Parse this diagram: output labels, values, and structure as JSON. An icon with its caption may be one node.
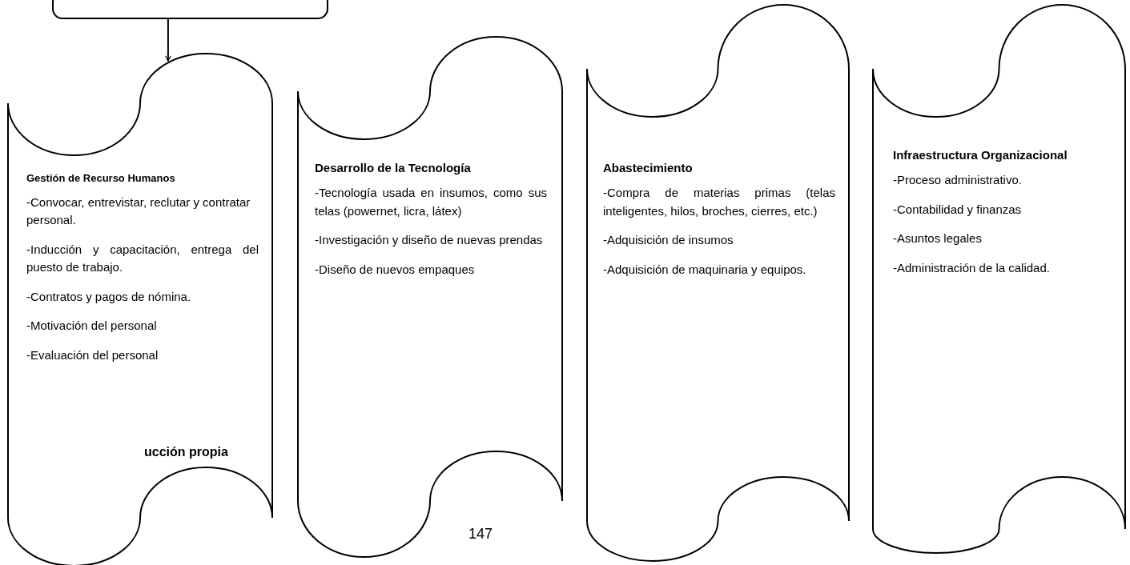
{
  "diagram": {
    "nodes": [
      {
        "text": [],
        "shape": "box"
      },
      {
        "text": [
          "Gestión de Recurso Humanos",
          "-Convocar, entrevistar, reclutar y contratar personal.",
          "-Inducción y capacitación, entrega del puesto de trabajo.",
          "-Contratos y pagos de nómina.",
          "-Motivación del personal",
          "-Evaluación del personal"
        ]
      },
      {
        "text": [
          "Desarrollo de la Tecnología",
          "-Tecnología usada en insumos, como sus telas (powernet, licra, látex)",
          "-Investigación y diseño de nuevas prendas",
          "-Diseño de nuevos empaques"
        ]
      },
      {
        "text": [
          "Abastecimiento",
          "-Compra de materias primas (telas inteligentes, hilos, broches, cierres, etc.)",
          "-Adquisición de insumos",
          "-Adquisición de maquinaria y equipos."
        ]
      },
      {
        "text": [
          "Infraestructura Organizacional",
          "-Proceso administrativo.",
          "-Contabilidad y finanzas",
          "-Asuntos legales",
          "-Administración de la calidad."
        ]
      }
    ],
    "edges": [
      {
        "from": 0,
        "to": 1,
        "arrow": "to"
      }
    ],
    "labels": [
      "ucción propia",
      "147"
    ]
  }
}
